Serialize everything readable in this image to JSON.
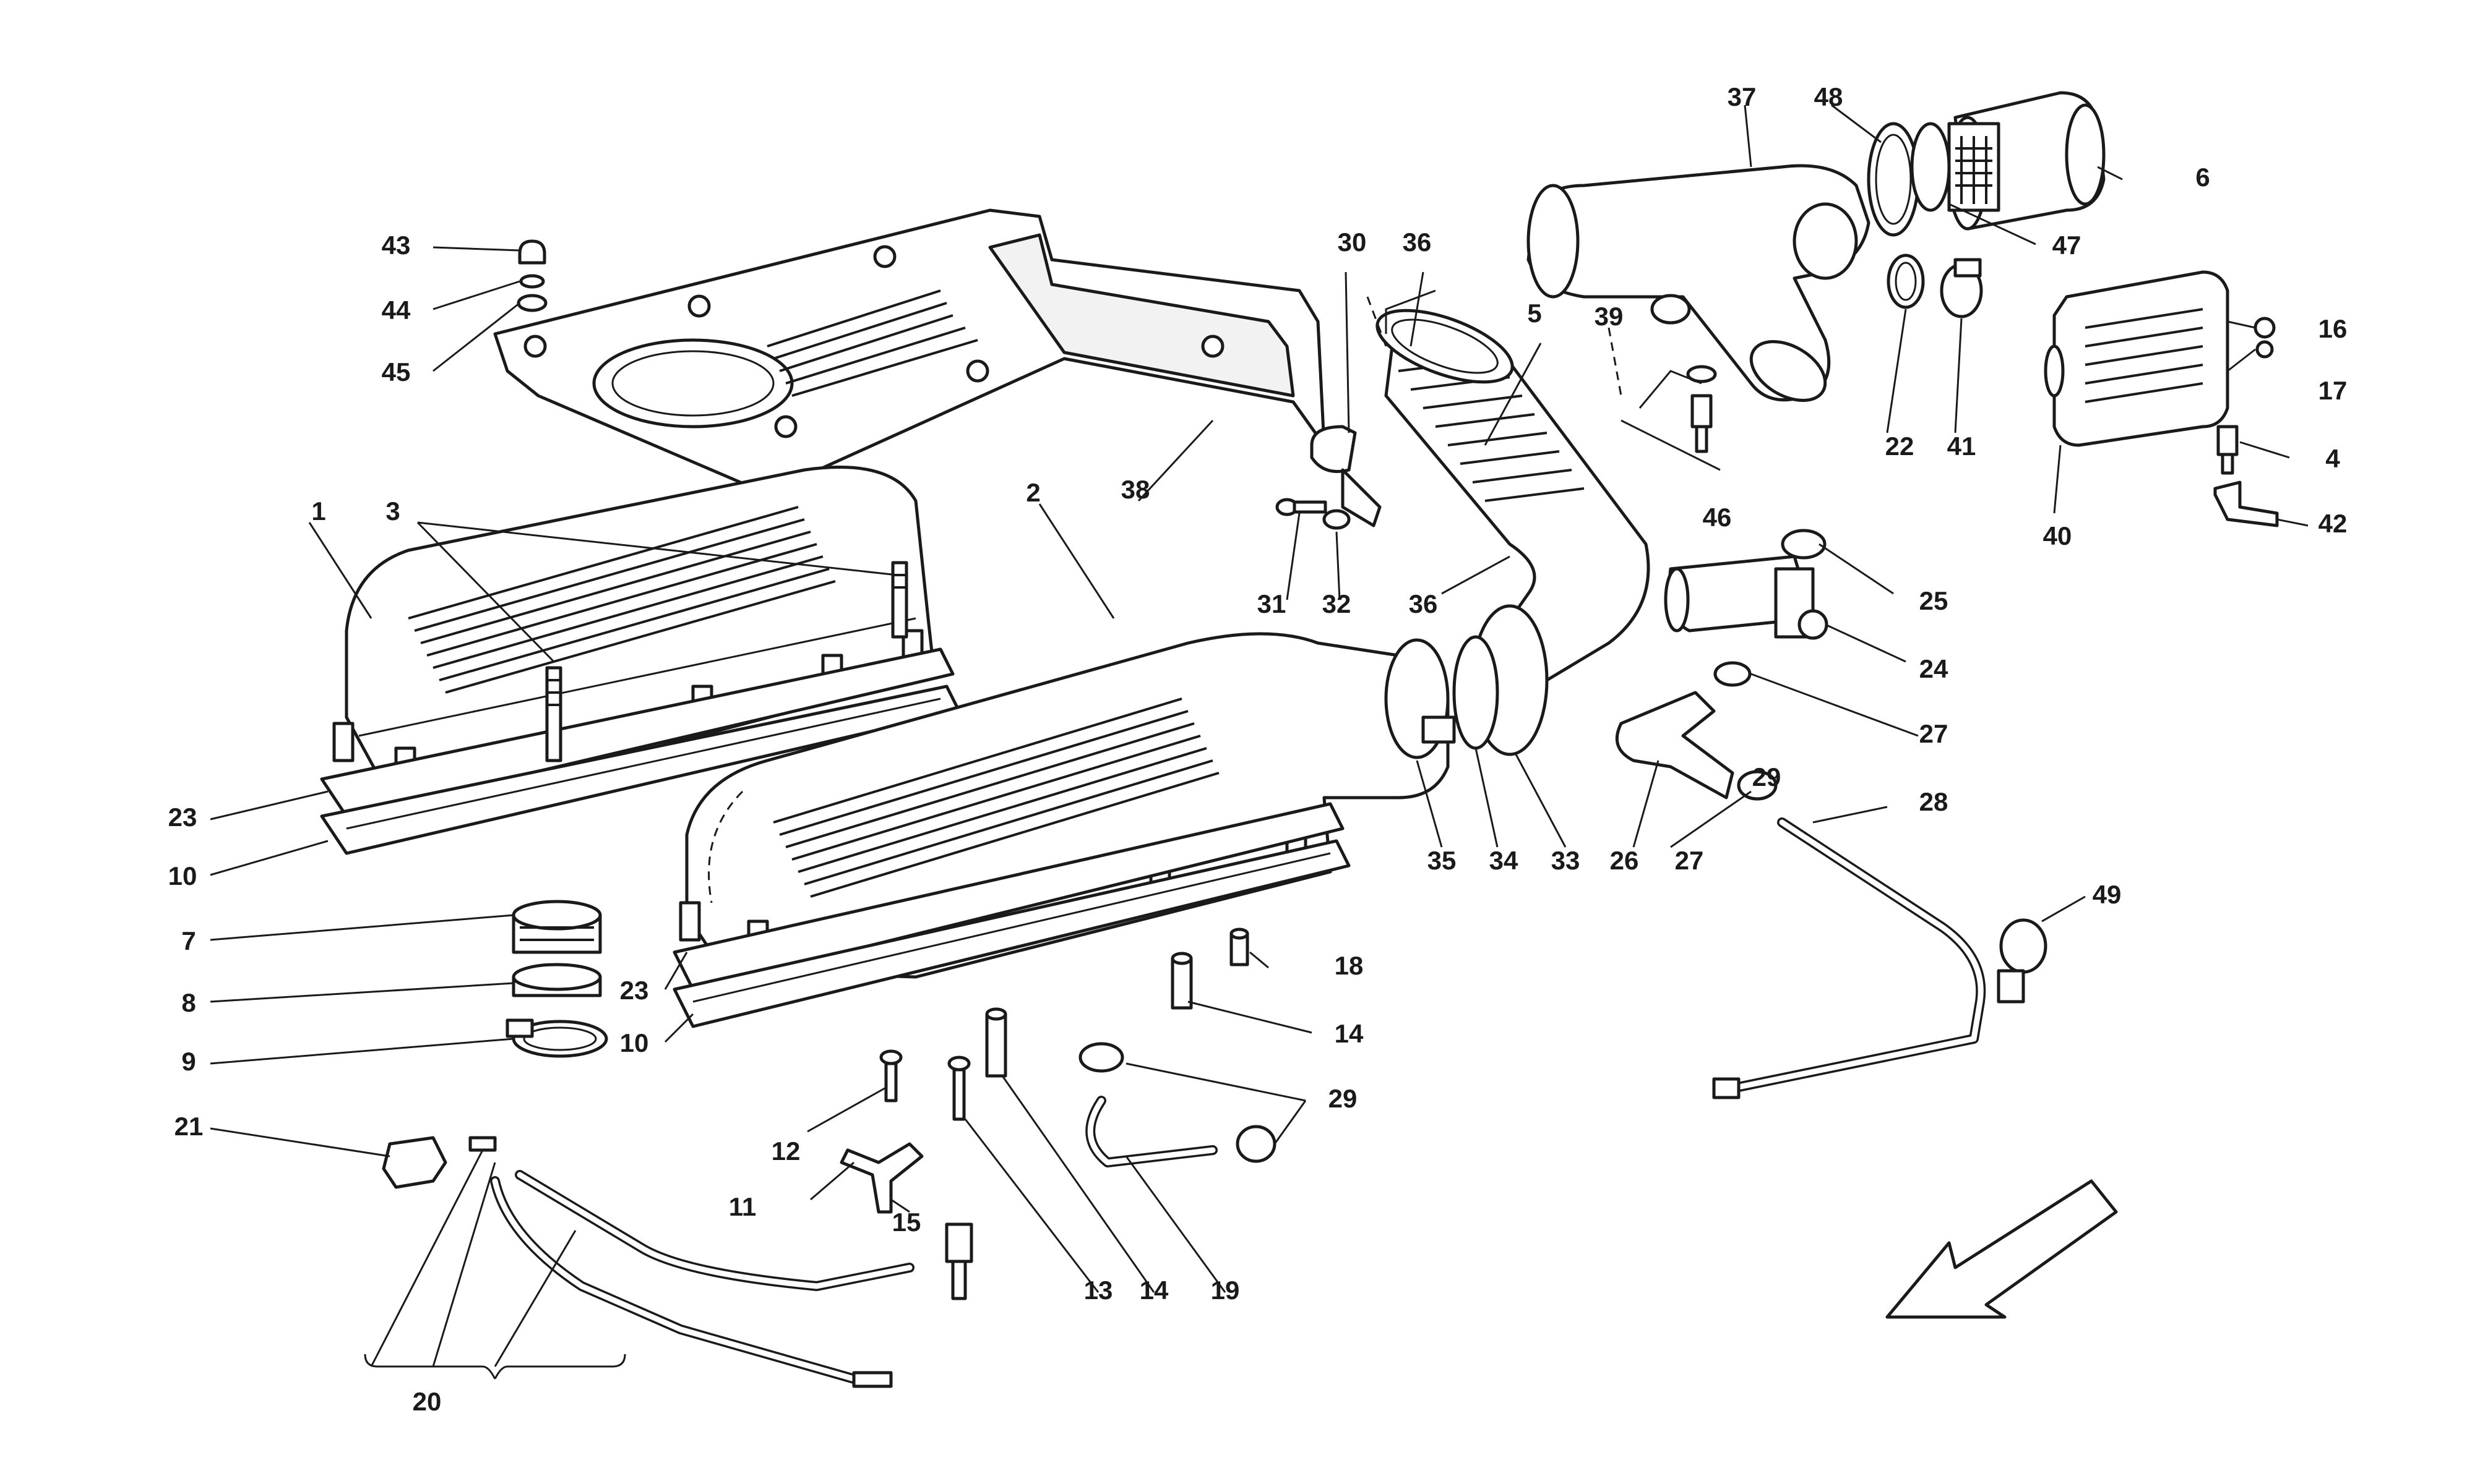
{
  "diagram": {
    "callouts": [
      {
        "id": "1",
        "label": "1"
      },
      {
        "id": "2",
        "label": "2"
      },
      {
        "id": "3",
        "label": "3"
      },
      {
        "id": "4",
        "label": "4"
      },
      {
        "id": "5",
        "label": "5"
      },
      {
        "id": "6",
        "label": "6"
      },
      {
        "id": "7",
        "label": "7"
      },
      {
        "id": "8",
        "label": "8"
      },
      {
        "id": "9",
        "label": "9"
      },
      {
        "id": "10a",
        "label": "10"
      },
      {
        "id": "10b",
        "label": "10"
      },
      {
        "id": "11",
        "label": "11"
      },
      {
        "id": "12",
        "label": "12"
      },
      {
        "id": "13",
        "label": "13"
      },
      {
        "id": "14a",
        "label": "14"
      },
      {
        "id": "14b",
        "label": "14"
      },
      {
        "id": "15",
        "label": "15"
      },
      {
        "id": "16",
        "label": "16"
      },
      {
        "id": "17",
        "label": "17"
      },
      {
        "id": "18",
        "label": "18"
      },
      {
        "id": "19",
        "label": "19"
      },
      {
        "id": "20",
        "label": "20"
      },
      {
        "id": "21",
        "label": "21"
      },
      {
        "id": "22",
        "label": "22"
      },
      {
        "id": "23a",
        "label": "23"
      },
      {
        "id": "23b",
        "label": "23"
      },
      {
        "id": "24",
        "label": "24"
      },
      {
        "id": "25",
        "label": "25"
      },
      {
        "id": "26",
        "label": "26"
      },
      {
        "id": "27a",
        "label": "27"
      },
      {
        "id": "27b",
        "label": "27"
      },
      {
        "id": "28",
        "label": "28"
      },
      {
        "id": "29",
        "label": "29"
      },
      {
        "id": "30",
        "label": "30"
      },
      {
        "id": "31",
        "label": "31"
      },
      {
        "id": "32",
        "label": "32"
      },
      {
        "id": "33",
        "label": "33"
      },
      {
        "id": "34",
        "label": "34"
      },
      {
        "id": "35",
        "label": "35"
      },
      {
        "id": "36a",
        "label": "36"
      },
      {
        "id": "36b",
        "label": "36"
      },
      {
        "id": "37",
        "label": "37"
      },
      {
        "id": "38",
        "label": "38"
      },
      {
        "id": "39",
        "label": "39"
      },
      {
        "id": "40",
        "label": "40"
      },
      {
        "id": "41",
        "label": "41"
      },
      {
        "id": "42",
        "label": "42"
      },
      {
        "id": "43",
        "label": "43"
      },
      {
        "id": "44",
        "label": "44"
      },
      {
        "id": "45",
        "label": "45"
      },
      {
        "id": "46",
        "label": "46"
      },
      {
        "id": "47",
        "label": "47"
      },
      {
        "id": "48",
        "label": "48"
      },
      {
        "id": "49",
        "label": "49"
      },
      {
        "id": "29b",
        "label": "29"
      }
    ],
    "direction_arrow_icon": "front-direction-arrow-icon"
  }
}
